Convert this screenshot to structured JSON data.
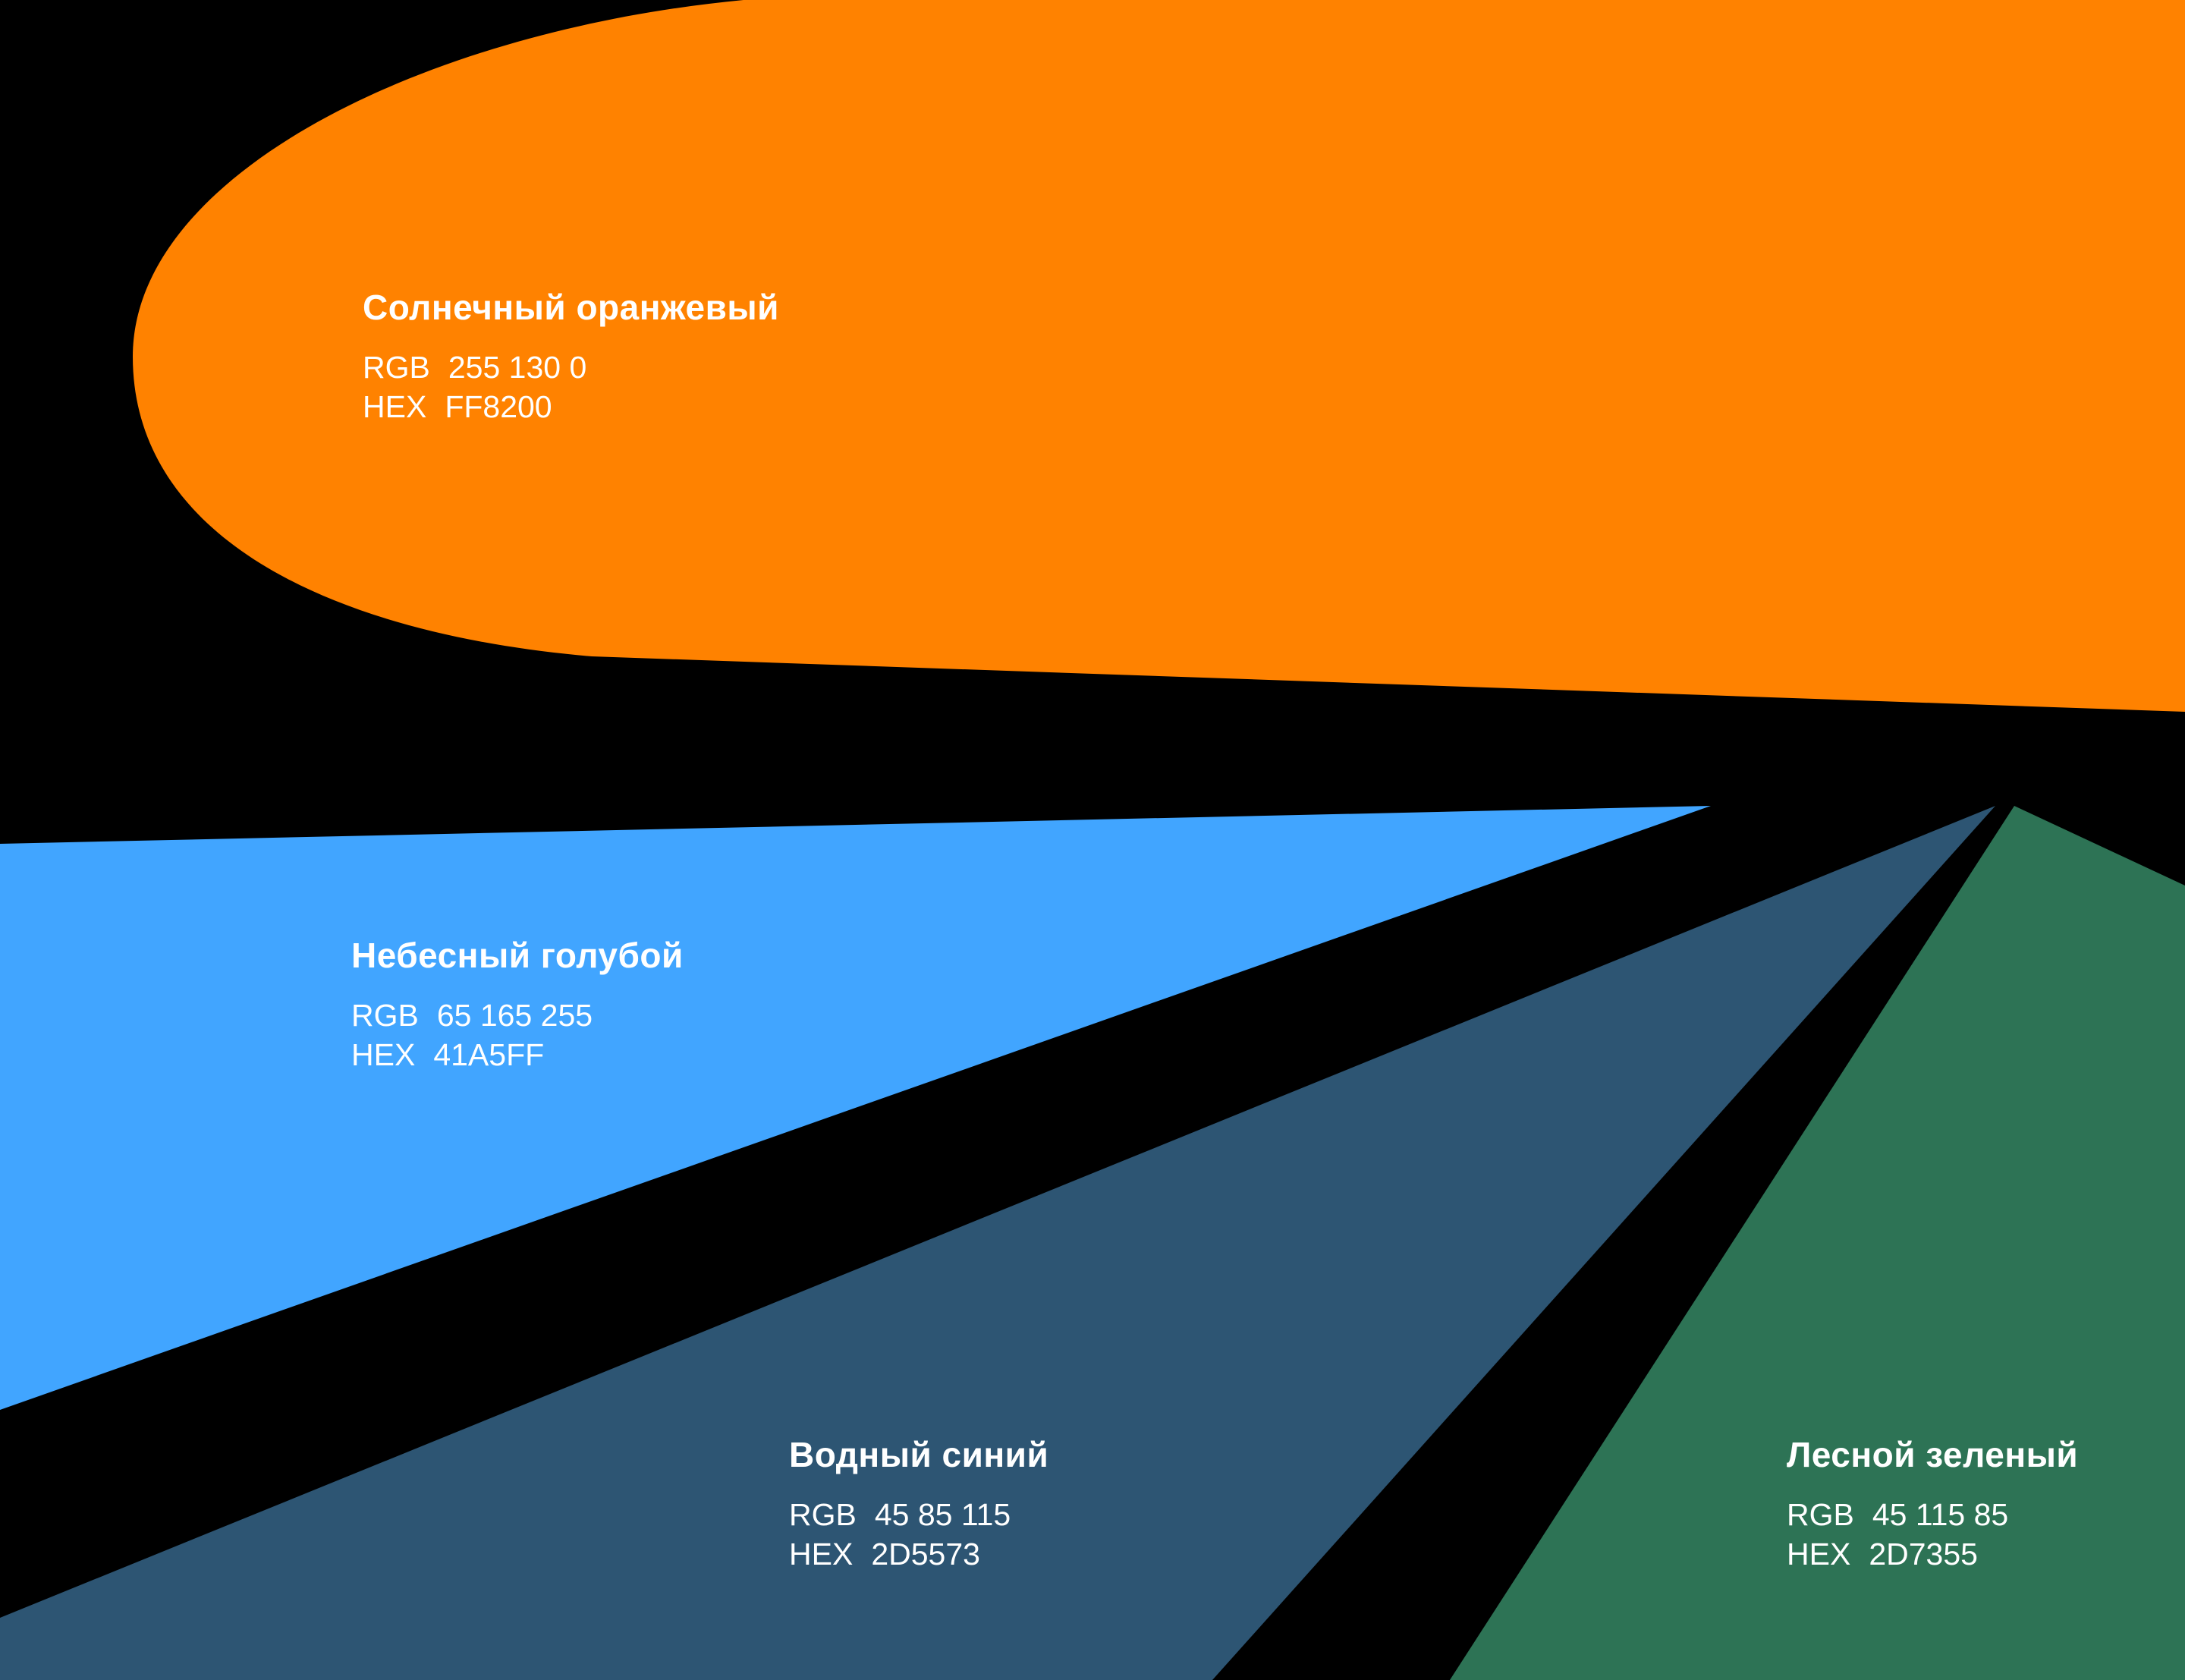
{
  "page": {
    "background": "#000000",
    "text_color": "#FFFFFF"
  },
  "palette": [
    {
      "name": "Солнечный оранжевый",
      "rgb_label": "RGB",
      "rgb_value": "255 130 0",
      "hex_label": "HEX",
      "hex_value": "FF8200",
      "color": "#FF8200"
    },
    {
      "name": "Небесный голубой",
      "rgb_label": "RGB",
      "rgb_value": "65 165 255",
      "hex_label": "HEX",
      "hex_value": "41A5FF",
      "color": "#41A5FF"
    },
    {
      "name": "Водный синий",
      "rgb_label": "RGB",
      "rgb_value": "45 85 115",
      "hex_label": "HEX",
      "hex_value": "2D5573",
      "color": "#2D5573"
    },
    {
      "name": "Лесной зеленый",
      "rgb_label": "RGB",
      "rgb_value": "45 115 85",
      "hex_label": "HEX",
      "hex_value": "2D7355",
      "color": "#2D7355"
    }
  ]
}
